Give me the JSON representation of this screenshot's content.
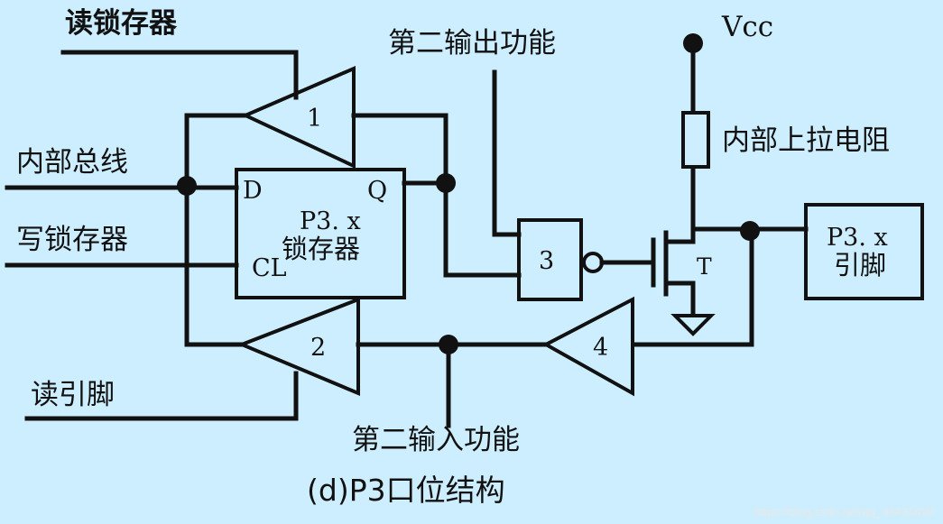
{
  "labels": {
    "read_latch": "读锁存器",
    "internal_bus": "内部总线",
    "write_latch": "写锁存器",
    "read_pin": "读引脚",
    "second_output": "第二输出功能",
    "second_input": "第二输入功能",
    "vcc": "Vcc",
    "pullup": "内部上拉电阻",
    "latch_line1": "P3. x",
    "latch_line2": "锁存器",
    "pin_line1": "P3. x",
    "pin_line2": "引脚",
    "caption": "(d)P3口位结构"
  },
  "latch_pins": {
    "d": "D",
    "q": "Q",
    "cl": "CL"
  },
  "components": {
    "buffer1": "1",
    "buffer2": "2",
    "nand3": "3",
    "buffer4": "4",
    "transistor": "T"
  },
  "watermark": "https://blog.csdn.net/qq_44431690"
}
